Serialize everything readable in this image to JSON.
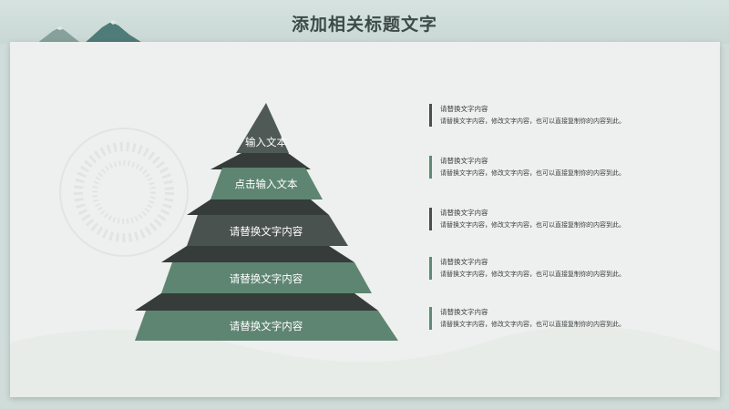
{
  "slide": {
    "title": "添加相关标题文字"
  },
  "pyramid": {
    "tiers": [
      {
        "label": "输入文本",
        "color": "#4f5a57"
      },
      {
        "label": "点击输入文本",
        "color": "#5e8572"
      },
      {
        "label": "请替换文字内容",
        "color": "#4a5250"
      },
      {
        "label": "请替换文字内容",
        "color": "#5e8572"
      },
      {
        "label": "请替换文字内容",
        "color": "#5e8572"
      }
    ]
  },
  "descriptions": [
    {
      "title": "请替换文字内容",
      "body": "请替换文字内容，修改文字内容，也可以直接复制你的内容到此。"
    },
    {
      "title": "请替换文字内容",
      "body": "请替换文字内容，修改文字内容，也可以直接复制你的内容到此。"
    },
    {
      "title": "请替换文字内容",
      "body": "请替换文字内容，修改文字内容，也可以直接复制你的内容到此。"
    },
    {
      "title": "请替换文字内容",
      "body": "请替换文字内容，修改文字内容，也可以直接复制你的内容到此。"
    },
    {
      "title": "请替换文字内容",
      "body": "请替换文字内容，修改文字内容，也可以直接复制你的内容到此。"
    }
  ]
}
